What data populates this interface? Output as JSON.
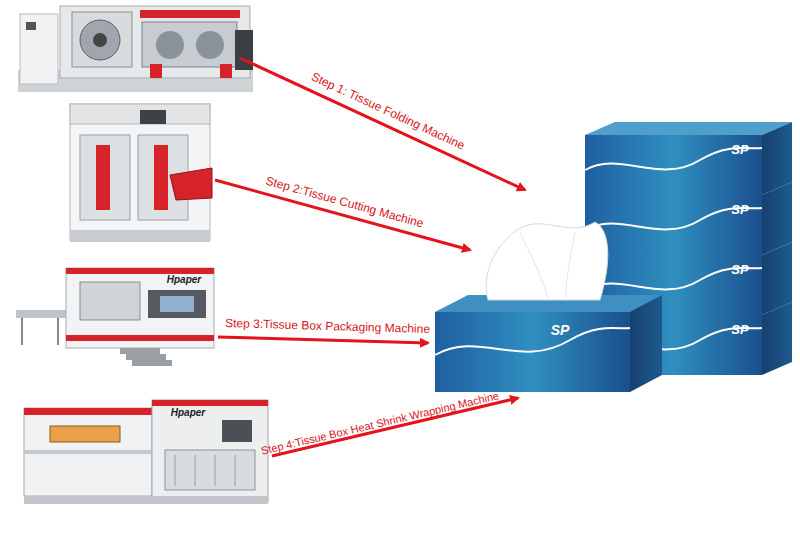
{
  "diagram": {
    "labels": [
      "Step 1: Tissue Folding Machine",
      "Step 2:Tissue Cutting Machine",
      "Step 3:Tissue Box Packaging Machine",
      "Step 4:Tissue Box Heat Shrink Wrapping Machine",
      "Hpaper",
      "Hpaper",
      "SP",
      "SP",
      "SP",
      "SP",
      "SP"
    ]
  }
}
